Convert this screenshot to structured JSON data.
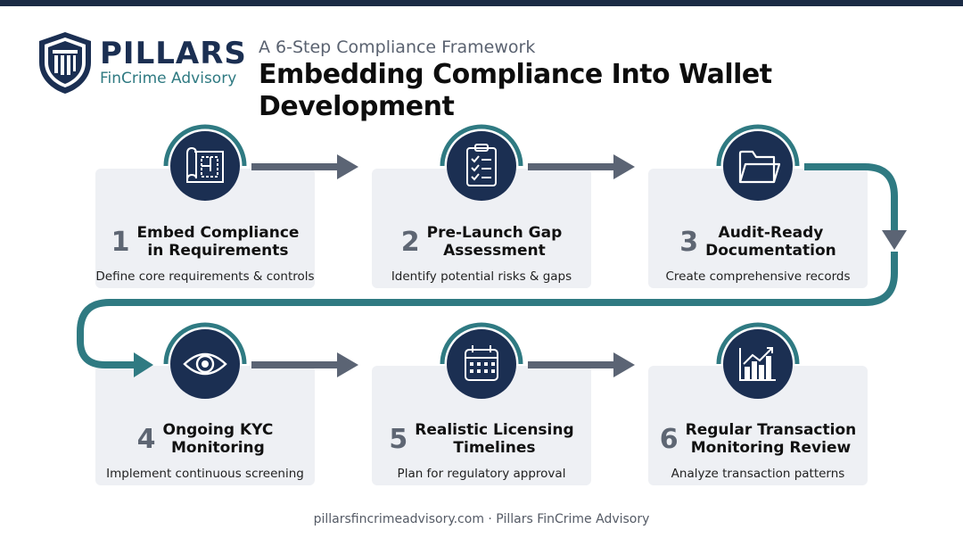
{
  "brand": {
    "name": "PILLARS",
    "tagline": "FinCrime Advisory"
  },
  "header": {
    "subtitle": "A 6-Step Compliance Framework",
    "title": "Embedding Compliance Into Wallet Development"
  },
  "steps": [
    {
      "number": "1",
      "title_line1": "Embed Compliance",
      "title_line2": "in Requirements",
      "description": "Define core requirements & controls",
      "icon": "blueprint-icon"
    },
    {
      "number": "2",
      "title_line1": "Pre-Launch Gap",
      "title_line2": "Assessment",
      "description": "Identify potential risks & gaps",
      "icon": "checklist-icon"
    },
    {
      "number": "3",
      "title_line1": "Audit-Ready",
      "title_line2": "Documentation",
      "description": "Create comprehensive records",
      "icon": "folder-icon"
    },
    {
      "number": "4",
      "title_line1": "Ongoing KYC",
      "title_line2": "Monitoring",
      "description": "Implement continuous screening",
      "icon": "eye-icon"
    },
    {
      "number": "5",
      "title_line1": "Realistic Licensing",
      "title_line2": "Timelines",
      "description": "Plan for regulatory approval",
      "icon": "calendar-icon"
    },
    {
      "number": "6",
      "title_line1": "Regular Transaction",
      "title_line2": "Monitoring Review",
      "description": "Analyze transaction patterns",
      "icon": "chart-icon"
    }
  ],
  "colors": {
    "navy": "#1b2f52",
    "teal": "#2f7a82",
    "arrow_gray": "#5b6474",
    "card_bg": "#eef0f4"
  },
  "footer": {
    "text": "pillarsfincrimeadvisory.com · Pillars FinCrime Advisory"
  }
}
